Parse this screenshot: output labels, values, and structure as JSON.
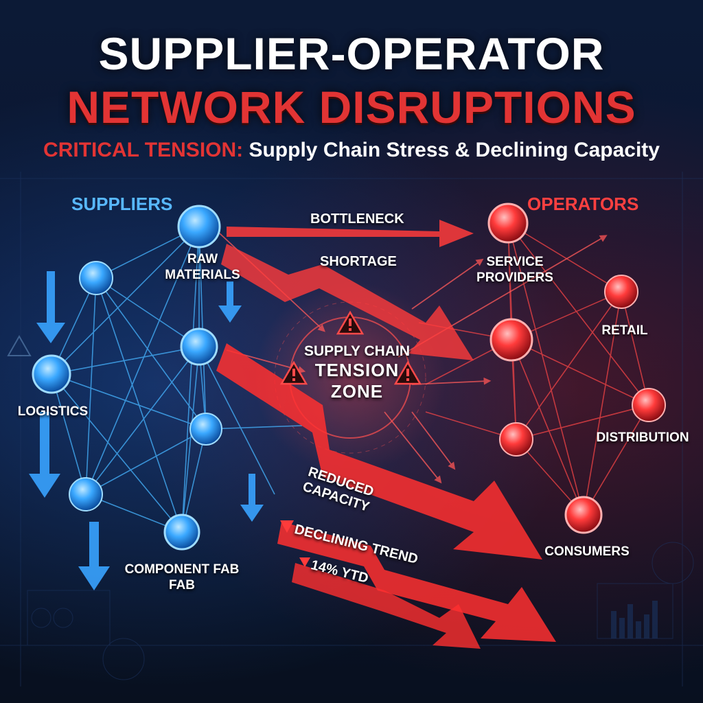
{
  "header": {
    "title_line_1": "SUPPLIER-OPERATOR",
    "title_line_2": "NETWORK DISRUPTIONS",
    "subtitle_highlight": "CRITICAL TENSION:",
    "subtitle_rest": " Supply Chain Stress & Declining Capacity"
  },
  "suppliers": {
    "heading": "SUPPLIERS",
    "nodes": {
      "raw_materials": "RAW\nMATERIALS",
      "logistics": "LOGISTICS",
      "component_fab": "COMPONENT FAB\nFAB"
    }
  },
  "operators": {
    "heading": "OPERATORS",
    "nodes": {
      "service_providers": "SERVICE\nPROVIDERS",
      "retail": "RETAIL",
      "distribution": "DISTRIBUTION",
      "consumers": "CONSUMERS"
    }
  },
  "flows": {
    "bottleneck": "BOTTLENECK",
    "shortage": "SHORTAGE",
    "reduced_capacity": "REDUCED\nCAPACITY",
    "declining_trend": "DECLINING TREND",
    "ytd_change": "14% YTD"
  },
  "zone": {
    "line_1": "SUPPLY CHAIN",
    "line_2": "TENSION",
    "line_3": "ZONE"
  },
  "colors": {
    "supplier_blue": "#3aa8ff",
    "operator_red": "#ff3b3b",
    "background": "#0b1428"
  },
  "icons": [
    "warning-icon",
    "down-arrow-icon",
    "right-arrow-icon"
  ]
}
